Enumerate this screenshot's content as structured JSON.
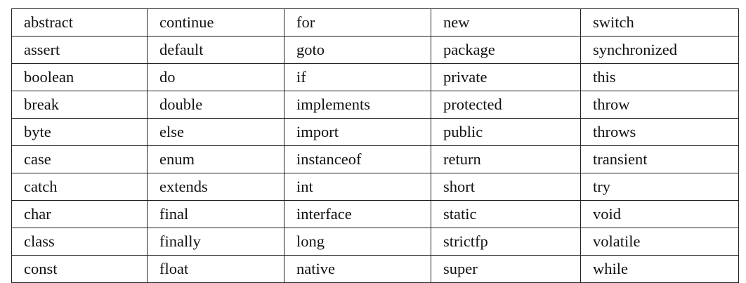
{
  "keyword_table": {
    "rows": [
      [
        "abstract",
        "continue",
        "for",
        "new",
        "switch"
      ],
      [
        "assert",
        "default",
        "goto",
        "package",
        "synchronized"
      ],
      [
        "boolean",
        "do",
        "if",
        "private",
        "this"
      ],
      [
        "break",
        "double",
        "implements",
        "protected",
        "throw"
      ],
      [
        "byte",
        "else",
        "import",
        "public",
        "throws"
      ],
      [
        "case",
        "enum",
        "instanceof",
        "return",
        "transient"
      ],
      [
        "catch",
        "extends",
        "int",
        "short",
        "try"
      ],
      [
        "char",
        "final",
        "interface",
        "static",
        "void"
      ],
      [
        "class",
        "finally",
        "long",
        "strictfp",
        "volatile"
      ],
      [
        "const",
        "float",
        "native",
        "super",
        "while"
      ]
    ]
  }
}
